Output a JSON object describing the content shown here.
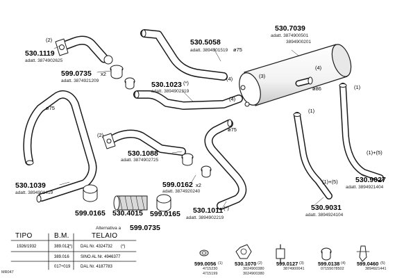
{
  "parts": [
    {
      "code": "530.1119",
      "ref": "adatt. 3874902625"
    },
    {
      "code": "599.0735",
      "qty": "x2",
      "ref": "adatt. 3874921209"
    },
    {
      "code": "530.5058",
      "ref": "adatt. 3894901519"
    },
    {
      "code": "530.7039",
      "ref": "adatt. 3874900501",
      "ref2": "3894900201"
    },
    {
      "code": "530.1023",
      "mark": "(*)",
      "ref": "adatt. 3894902319"
    },
    {
      "code": "530.1088",
      "ref": "adatt. 3874902725"
    },
    {
      "code": "599.0162",
      "qty": "x2",
      "ref": "adatt. 3874920240"
    },
    {
      "code": "530.1039",
      "ref": "adatt. 3894901419"
    },
    {
      "code": "530.9027",
      "ref": "adatt. 3894921404"
    },
    {
      "code": "530.9031",
      "ref": "adatt. 3894924104"
    },
    {
      "code": "530.1011",
      "mark": "(*)",
      "ref": "adatt. 3894902219"
    },
    {
      "code": "599.0165"
    },
    {
      "code": "530.4015"
    },
    {
      "code": "599.0165"
    },
    {
      "code": "599.0735"
    }
  ],
  "notes": {
    "n1": "(2)",
    "n2": "(2)",
    "n3": "(3)",
    "n4": "(4)",
    "n5": "(4)",
    "n6": "(4)",
    "n7": "(1)",
    "n8": "(1)",
    "n9": "(1)+(5)",
    "n10": "(1)+(5)",
    "d1": "ø75",
    "d2": "ø75",
    "d3": "ø75",
    "d4": "ø86",
    "alt": "Alternativa a"
  },
  "table": {
    "headers": [
      "TIPO",
      "B.M.",
      "TELAIO"
    ],
    "rows": [
      [
        "1926/1932",
        "389.012",
        "(*)",
        "DAL Nr. 4324732",
        "(*)"
      ],
      [
        "",
        "389.016",
        "",
        "SINO AL Nr. 4946377",
        ""
      ],
      [
        "",
        "017÷019",
        "",
        "DAL Nr. 4187783",
        ""
      ]
    ]
  },
  "kit": [
    {
      "code": "599.0056",
      "sub": "(1)",
      "r1": "4715230",
      "r2": "4715199"
    },
    {
      "code": "530.1070",
      "sub": "(2)",
      "r1": "3024900380",
      "r2": "3024900380"
    },
    {
      "code": "599.0127",
      "sub": "(3)",
      "r1": "3874900041",
      "r2": ""
    },
    {
      "code": "599.0138",
      "sub": "(4)",
      "r1": "07155078502",
      "r2": ""
    },
    {
      "code": "599.0460",
      "sub": "(5)",
      "r1": "3894921441",
      "r2": ""
    }
  ],
  "diagram_code": "MR047",
  "colors": {
    "line": "#1a1a1a",
    "fill": "#ffffff",
    "shade": "#cfcfcf"
  }
}
